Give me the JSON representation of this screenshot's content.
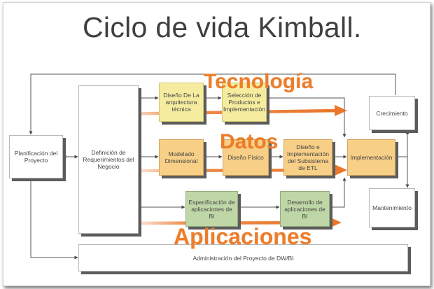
{
  "title": "Ciclo de vida Kimball.",
  "boxes": {
    "planificacion": "Planificación del Proyecto",
    "definicion": "Definición de Requerimientos del Negocio",
    "diseno_arquitectura": "Diseño De La arquitectura técnica",
    "seleccion_productos": "Selección de Productos e Implementación",
    "modelado_dimensional": "Modelado Dimensional",
    "diseno_fisico": "Diseño Físico",
    "diseno_etl": "Diseño e Implementación del Subsistema de ETL",
    "especificacion_bi": "Especificación de aplicaciones de BI",
    "desarrollo_bi": "Desarrollo de aplicaciones de BI",
    "implementacion": "Implementación",
    "crecimiento": "Crecimiento",
    "mantenimiento": "Mantenimiento",
    "administracion": "Administración del Proyecto de DW/BI"
  },
  "overlays": {
    "tecnologia": "Tecnología",
    "datos": "Datos",
    "aplicaciones": "Aplicaciones"
  },
  "colors": {
    "yellow_box": "#f5ec9f",
    "orange_box": "#f7cf86",
    "green_box": "#bfd7a6",
    "overlay_text": "#ee7d2a"
  }
}
